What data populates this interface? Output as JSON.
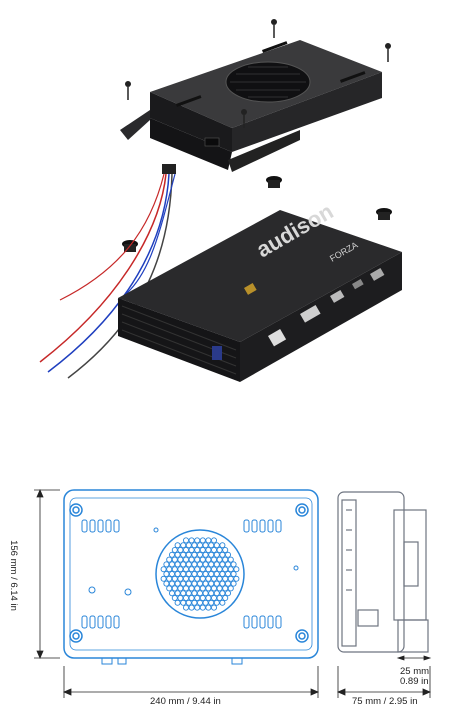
{
  "product": {
    "brand": "audison",
    "model": "FORZA",
    "fan_vent": "fan-grille-icon"
  },
  "dimensions": {
    "height": "156 mm / 6.14 in",
    "width": "240 mm / 9.44 in",
    "depth": "75 mm / 2.95 in",
    "flange_line1": "25 mm",
    "flange_line2": "0.89 in"
  },
  "colors": {
    "drawing_blue": "#2a86d9",
    "drawing_gray": "#6e7480",
    "amp_body": "#1d1d1f",
    "bracket": "#222224"
  }
}
